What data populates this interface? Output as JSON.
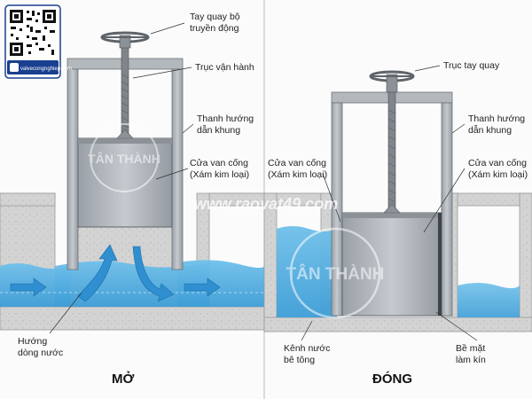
{
  "left": {
    "labels": {
      "handwheel": "Tay quay bộ",
      "handwheel2": "truyền động",
      "stem": "Trục vận hành",
      "guide": "Thanh hướng",
      "guide2": "dẫn khung",
      "gate": "Cửa van cống",
      "gate2": "(Xám kim loại)",
      "flow": "Hướng",
      "flow2": "dòng nước"
    },
    "caption": "MỞ"
  },
  "right": {
    "labels": {
      "handwheel": "Trục tay quay",
      "guide": "Thanh hướng",
      "guide2": "dẫn khung",
      "gateL": "Cửa van cống",
      "gateL2": "(Xám kim loại)",
      "gateR": "Cửa van cống",
      "gateR2": "(Xám kim loại)",
      "channel": "Kênh nước",
      "channel2": "bê tông",
      "seal": "Bề mặt",
      "seal2": "làm kín"
    },
    "caption": "ĐÓNG"
  },
  "watermark": {
    "brand": "TÂN THÀNH",
    "site": "www.raovat49.com",
    "qr_url": "valvecongnghiep.com"
  },
  "colors": {
    "water": "#4aa8dc",
    "water_light": "#7cc5ec",
    "concrete": "#d2d2d2",
    "metal": "#a7adb4",
    "frame": "#8f959c",
    "arrow": "#2f8fd0"
  }
}
